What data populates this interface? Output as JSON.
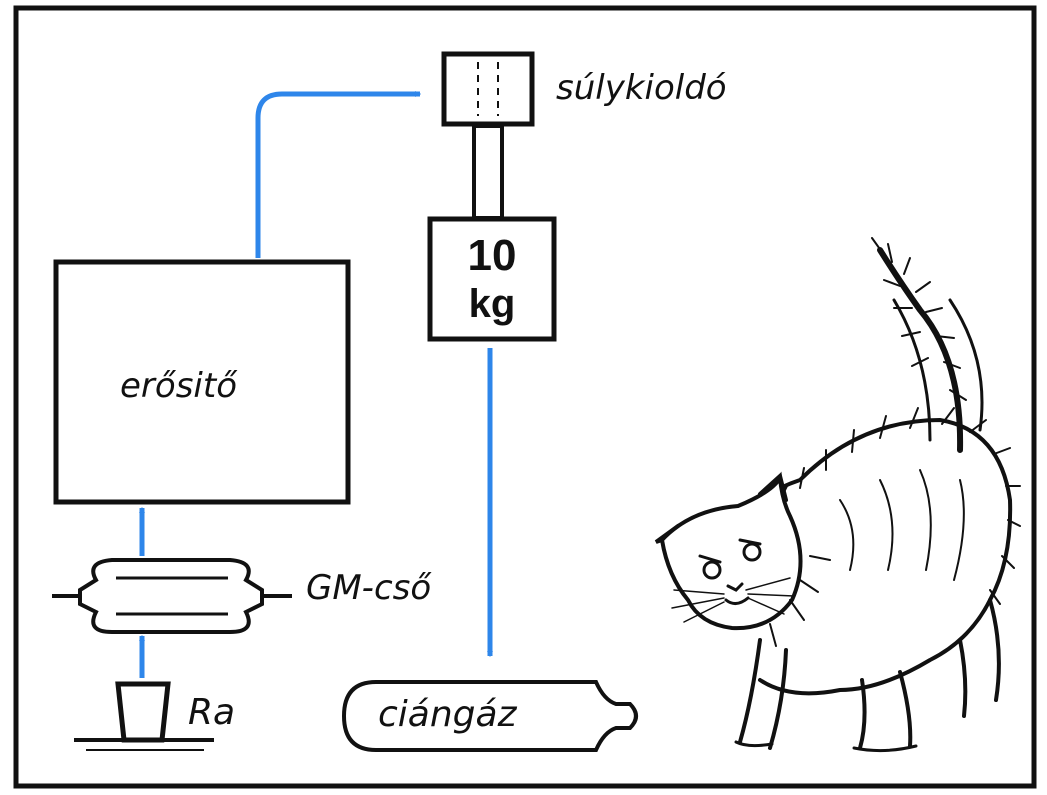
{
  "labels": {
    "trigger": "súlykioldó",
    "amplifier": "erősitő",
    "counter": "GM-cső",
    "source": "Ra",
    "gas": "ciángáz",
    "weight_value": "10",
    "weight_unit": "kg"
  },
  "colors": {
    "arrow": "#2e86ea",
    "ink": "#111111",
    "background": "#ffffff"
  },
  "icons": {
    "cat": "frightened-cat-icon"
  }
}
